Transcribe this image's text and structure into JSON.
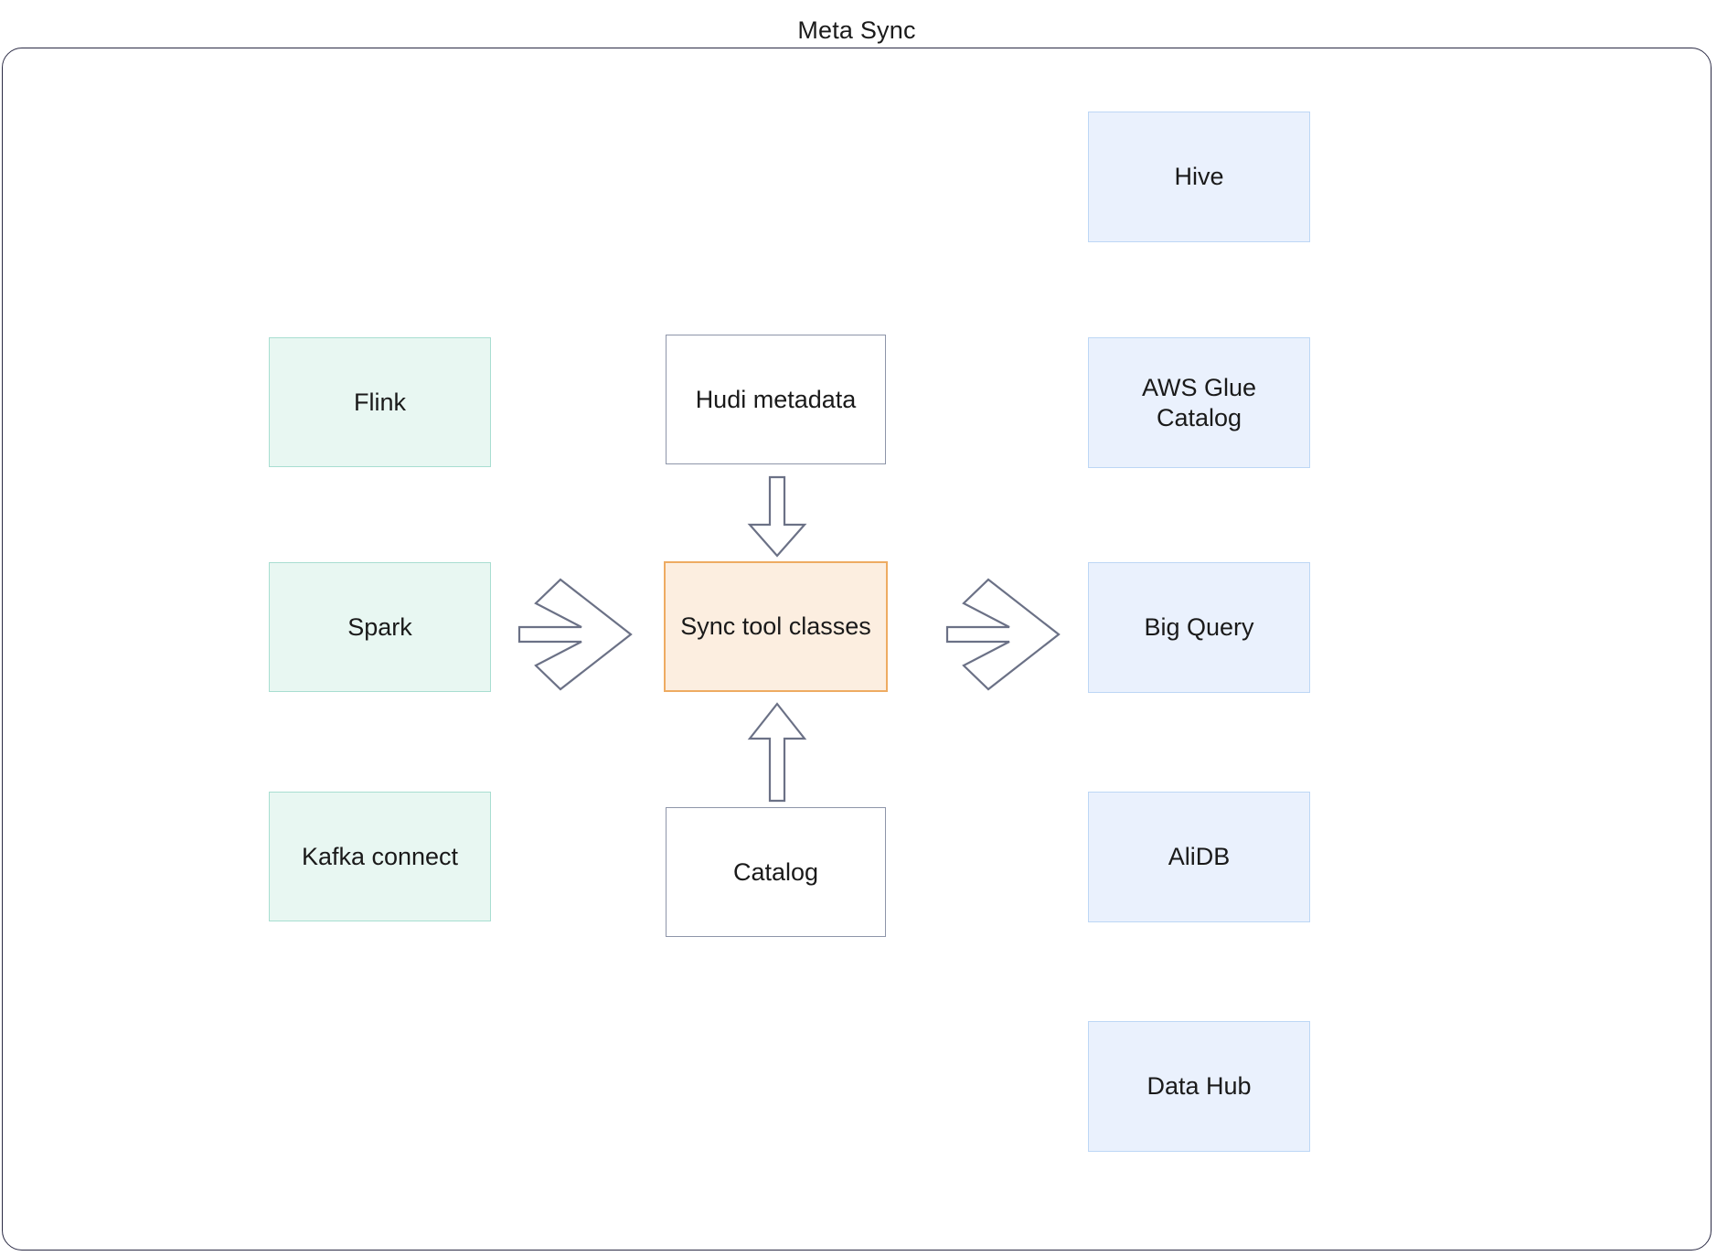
{
  "title": "Meta Sync",
  "colors": {
    "frame_border": "#2b2b45",
    "source_fill": "#e8f7f2",
    "source_border": "#a8ded1",
    "plain_fill": "#ffffff",
    "plain_border": "#8e95a9",
    "center_fill": "#fceee0",
    "center_border": "#eeab62",
    "target_fill": "#eaf1fd",
    "target_border": "#bdd7f5",
    "arrow_stroke": "#6b7186",
    "text": "#1a1a1a",
    "background": "#ffffff"
  },
  "nodes": {
    "sources": [
      {
        "id": "flink",
        "label": "Flink"
      },
      {
        "id": "spark",
        "label": "Spark"
      },
      {
        "id": "kafka-connect",
        "label": "Kafka connect"
      }
    ],
    "middle": [
      {
        "id": "hudi-metadata",
        "label": "Hudi metadata"
      },
      {
        "id": "sync-tool-classes",
        "label": "Sync tool classes"
      },
      {
        "id": "catalog",
        "label": "Catalog"
      }
    ],
    "targets": [
      {
        "id": "hive",
        "label": "Hive"
      },
      {
        "id": "aws-glue-catalog",
        "label": "AWS Glue Catalog"
      },
      {
        "id": "big-query",
        "label": "Big Query"
      },
      {
        "id": "alidb",
        "label": "AliDB"
      },
      {
        "id": "data-hub",
        "label": "Data Hub"
      }
    ]
  },
  "connectors": [
    {
      "id": "sources-to-sync",
      "kind": "chevron-right-arrow"
    },
    {
      "id": "sync-to-targets",
      "kind": "chevron-right-arrow"
    },
    {
      "id": "hudi-to-sync",
      "kind": "block-arrow-down"
    },
    {
      "id": "catalog-to-sync",
      "kind": "block-arrow-up"
    }
  ]
}
